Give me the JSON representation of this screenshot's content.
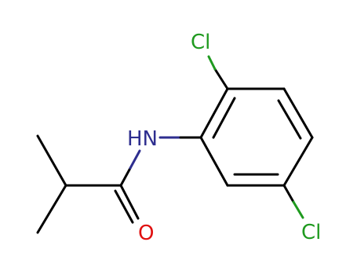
{
  "molecule": {
    "atoms": {
      "cl_top": {
        "text": "Cl",
        "color": "#1f9a1f"
      },
      "cl_bottom": {
        "text": "Cl",
        "color": "#1f9a1f"
      },
      "nh": {
        "text": "HN",
        "color": "#2e2e8f"
      },
      "o": {
        "text": "O",
        "color": "#e01010"
      }
    },
    "bond_color": "#000000"
  }
}
